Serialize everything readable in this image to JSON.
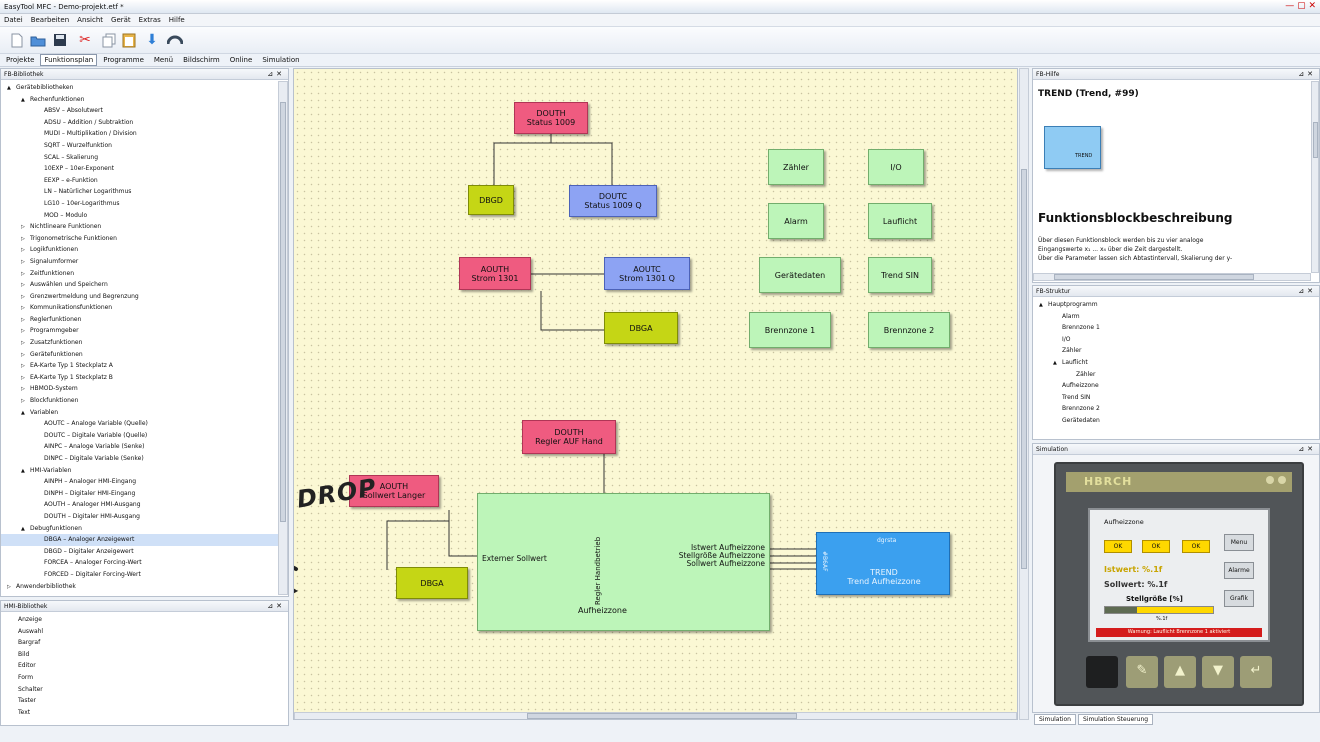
{
  "window": {
    "title": "EasyTool MFC - Demo-projekt.etf *"
  },
  "menu": [
    "Datei",
    "Bearbeiten",
    "Ansicht",
    "Gerät",
    "Extras",
    "Hilfe"
  ],
  "tabs": [
    "Projekte",
    "Funktionsplan",
    "Programme",
    "Menü",
    "Bildschirm",
    "Online",
    "Simulation"
  ],
  "left_panel": {
    "title": "FB-Bibliothek",
    "items": [
      {
        "t": "Gerätebibliotheken",
        "l": 0,
        "e": "▲"
      },
      {
        "t": "Rechenfunktionen",
        "l": 1,
        "e": "▲"
      },
      {
        "t": "ABSV – Absolutwert",
        "l": 2
      },
      {
        "t": "ADSU – Addition / Subtraktion",
        "l": 2
      },
      {
        "t": "MUDI – Multiplikation / Division",
        "l": 2
      },
      {
        "t": "SQRT – Wurzelfunktion",
        "l": 2
      },
      {
        "t": "SCAL – Skalierung",
        "l": 2
      },
      {
        "t": "10EXP – 10er-Exponent",
        "l": 2
      },
      {
        "t": "EEXP – e-Funktion",
        "l": 2
      },
      {
        "t": "LN – Natürlicher Logarithmus",
        "l": 2
      },
      {
        "t": "LG10 – 10er-Logarithmus",
        "l": 2
      },
      {
        "t": "MOD – Modulo",
        "l": 2
      },
      {
        "t": "Nichtlineare Funktionen",
        "l": 1,
        "e": "▷"
      },
      {
        "t": "Trigonometrische Funktionen",
        "l": 1,
        "e": "▷"
      },
      {
        "t": "Logikfunktionen",
        "l": 1,
        "e": "▷"
      },
      {
        "t": "Signalumformer",
        "l": 1,
        "e": "▷"
      },
      {
        "t": "Zeitfunktionen",
        "l": 1,
        "e": "▷"
      },
      {
        "t": "Auswählen und Speichern",
        "l": 1,
        "e": "▷"
      },
      {
        "t": "Grenzwertmeldung und Begrenzung",
        "l": 1,
        "e": "▷"
      },
      {
        "t": "Kommunikationsfunktionen",
        "l": 1,
        "e": "▷"
      },
      {
        "t": "Reglerfunktionen",
        "l": 1,
        "e": "▷"
      },
      {
        "t": "Programmgeber",
        "l": 1,
        "e": "▷"
      },
      {
        "t": "Zusatzfunktionen",
        "l": 1,
        "e": "▷"
      },
      {
        "t": "Gerätefunktionen",
        "l": 1,
        "e": "▷"
      },
      {
        "t": "EA-Karte Typ 1 Steckplatz A",
        "l": 1,
        "e": "▷"
      },
      {
        "t": "EA-Karte Typ 1 Steckplatz B",
        "l": 1,
        "e": "▷"
      },
      {
        "t": "HBMOD-System",
        "l": 1,
        "e": "▷"
      },
      {
        "t": "Blockfunktionen",
        "l": 1,
        "e": "▷"
      },
      {
        "t": "Variablen",
        "l": 1,
        "e": "▲"
      },
      {
        "t": "AOUTC – Analoge Variable (Quelle)",
        "l": 2
      },
      {
        "t": "DOUTC – Digitale Variable (Quelle)",
        "l": 2
      },
      {
        "t": "AINPC – Analoge Variable (Senke)",
        "l": 2
      },
      {
        "t": "DINPC – Digitale Variable (Senke)",
        "l": 2
      },
      {
        "t": "HMI-Variablen",
        "l": 1,
        "e": "▲"
      },
      {
        "t": "AINPH – Analoger HMI-Eingang",
        "l": 2
      },
      {
        "t": "DINPH – Digitaler HMI-Eingang",
        "l": 2
      },
      {
        "t": "AOUTH – Analoger HMI-Ausgang",
        "l": 2
      },
      {
        "t": "DOUTH – Digitaler HMI-Ausgang",
        "l": 2
      },
      {
        "t": "Debugfunktionen",
        "l": 1,
        "e": "▲"
      },
      {
        "t": "DBGA – Analoger Anzeigewert",
        "l": 2,
        "sel": true
      },
      {
        "t": "DBGD – Digitaler Anzeigewert",
        "l": 2
      },
      {
        "t": "FORCEA – Analoger Forcing-Wert",
        "l": 2
      },
      {
        "t": "FORCED – Digitaler Forcing-Wert",
        "l": 2
      },
      {
        "t": "Anwenderbibliothek",
        "l": 0,
        "e": "▷"
      }
    ]
  },
  "hmi_panel": {
    "title": "HMI-Bibliothek",
    "items": [
      "Anzeige",
      "Auswahl",
      "Bargraf",
      "Bild",
      "Editor",
      "Form",
      "Schalter",
      "Taster",
      "Text"
    ]
  },
  "canvas": {
    "blocks": {
      "douth1_a": "DOUTH",
      "douth1_b": "Status 1009",
      "dbgd": "DBGD",
      "doutc_a": "DOUTC",
      "doutc_b": "Status 1009 Q",
      "aouth1_a": "AOUTH",
      "aouth1_b": "Strom 1301",
      "aoutc_a": "AOUTC",
      "aoutc_b": "Strom 1301 Q",
      "dbga1": "DBGA",
      "zaehler": "Zähler",
      "io": "I/O",
      "alarm": "Alarm",
      "lauflicht": "Lauflicht",
      "geraetedaten": "Gerätedaten",
      "trendsin": "Trend SIN",
      "brennzone1": "Brennzone 1",
      "brennzone2": "Brennzone 2",
      "douth2_a": "DOUTH",
      "douth2_b": "Regler AUF Hand",
      "aouth2_a": "AOUTH",
      "aouth2_b": "Sollwert Langer",
      "dbga2": "DBGA",
      "zone_name": "Aufheizzone",
      "zone_in": "Externer Sollwert",
      "zone_vert": "Regler Handbetrieb",
      "zone_out1": "Istwert Aufheizzone",
      "zone_out2": "Stellgröße Aufheizzone",
      "zone_out3": "Sollwert Aufheizzone",
      "trend_a": "TREND",
      "trend_b": "Trend Aufheizzone",
      "trend_top": "dgrsta",
      "trend_left": "#B6AF"
    },
    "annotation": "DRAG & DROP"
  },
  "help_panel": {
    "title": "FB-Hilfe",
    "heading": "TREND (Trend, #99)",
    "icon_label": "TREND",
    "desc_title": "Funktionsblockbeschreibung",
    "desc_lines": [
      "Über diesen Funktionsblock werden bis zu vier analoge",
      "Eingangswerte x₁ ... x₄ über die Zeit dargestellt.",
      "Über die Parameter lassen sich Abtastintervall, Skalierung der y-"
    ]
  },
  "structure_panel": {
    "title": "FB-Struktur",
    "items": [
      {
        "t": "Hauptprogramm",
        "l": 0,
        "e": "▲"
      },
      {
        "t": "Alarm",
        "l": 1
      },
      {
        "t": "Brennzone 1",
        "l": 1
      },
      {
        "t": "I/O",
        "l": 1
      },
      {
        "t": "Zähler",
        "l": 1
      },
      {
        "t": "Lauflicht",
        "l": 1,
        "e": "▲"
      },
      {
        "t": "Zähler",
        "l": 2
      },
      {
        "t": "Aufheizzone",
        "l": 1
      },
      {
        "t": "Trend SIN",
        "l": 1
      },
      {
        "t": "Brennzone 2",
        "l": 1
      },
      {
        "t": "Gerätedaten",
        "l": 1
      }
    ]
  },
  "sim_panel": {
    "title": "Simulation",
    "brand": "HBRCH",
    "screen_title": "Aufheizzone",
    "ok_labels": [
      "OK",
      "OK",
      "OK"
    ],
    "side_btns": [
      "Menu",
      "Alarme",
      "Grafik"
    ],
    "istwert": "Istwert: %.1f",
    "sollwert": "Sollwert: %.1f",
    "stell": "Stellgröße [%]",
    "stell_val": "%.1f",
    "warning": "Warnung: Lauflicht Brennzone 1 aktiviert"
  },
  "bottom_tabs": [
    "Simulation",
    "Simulation Steuerung"
  ]
}
